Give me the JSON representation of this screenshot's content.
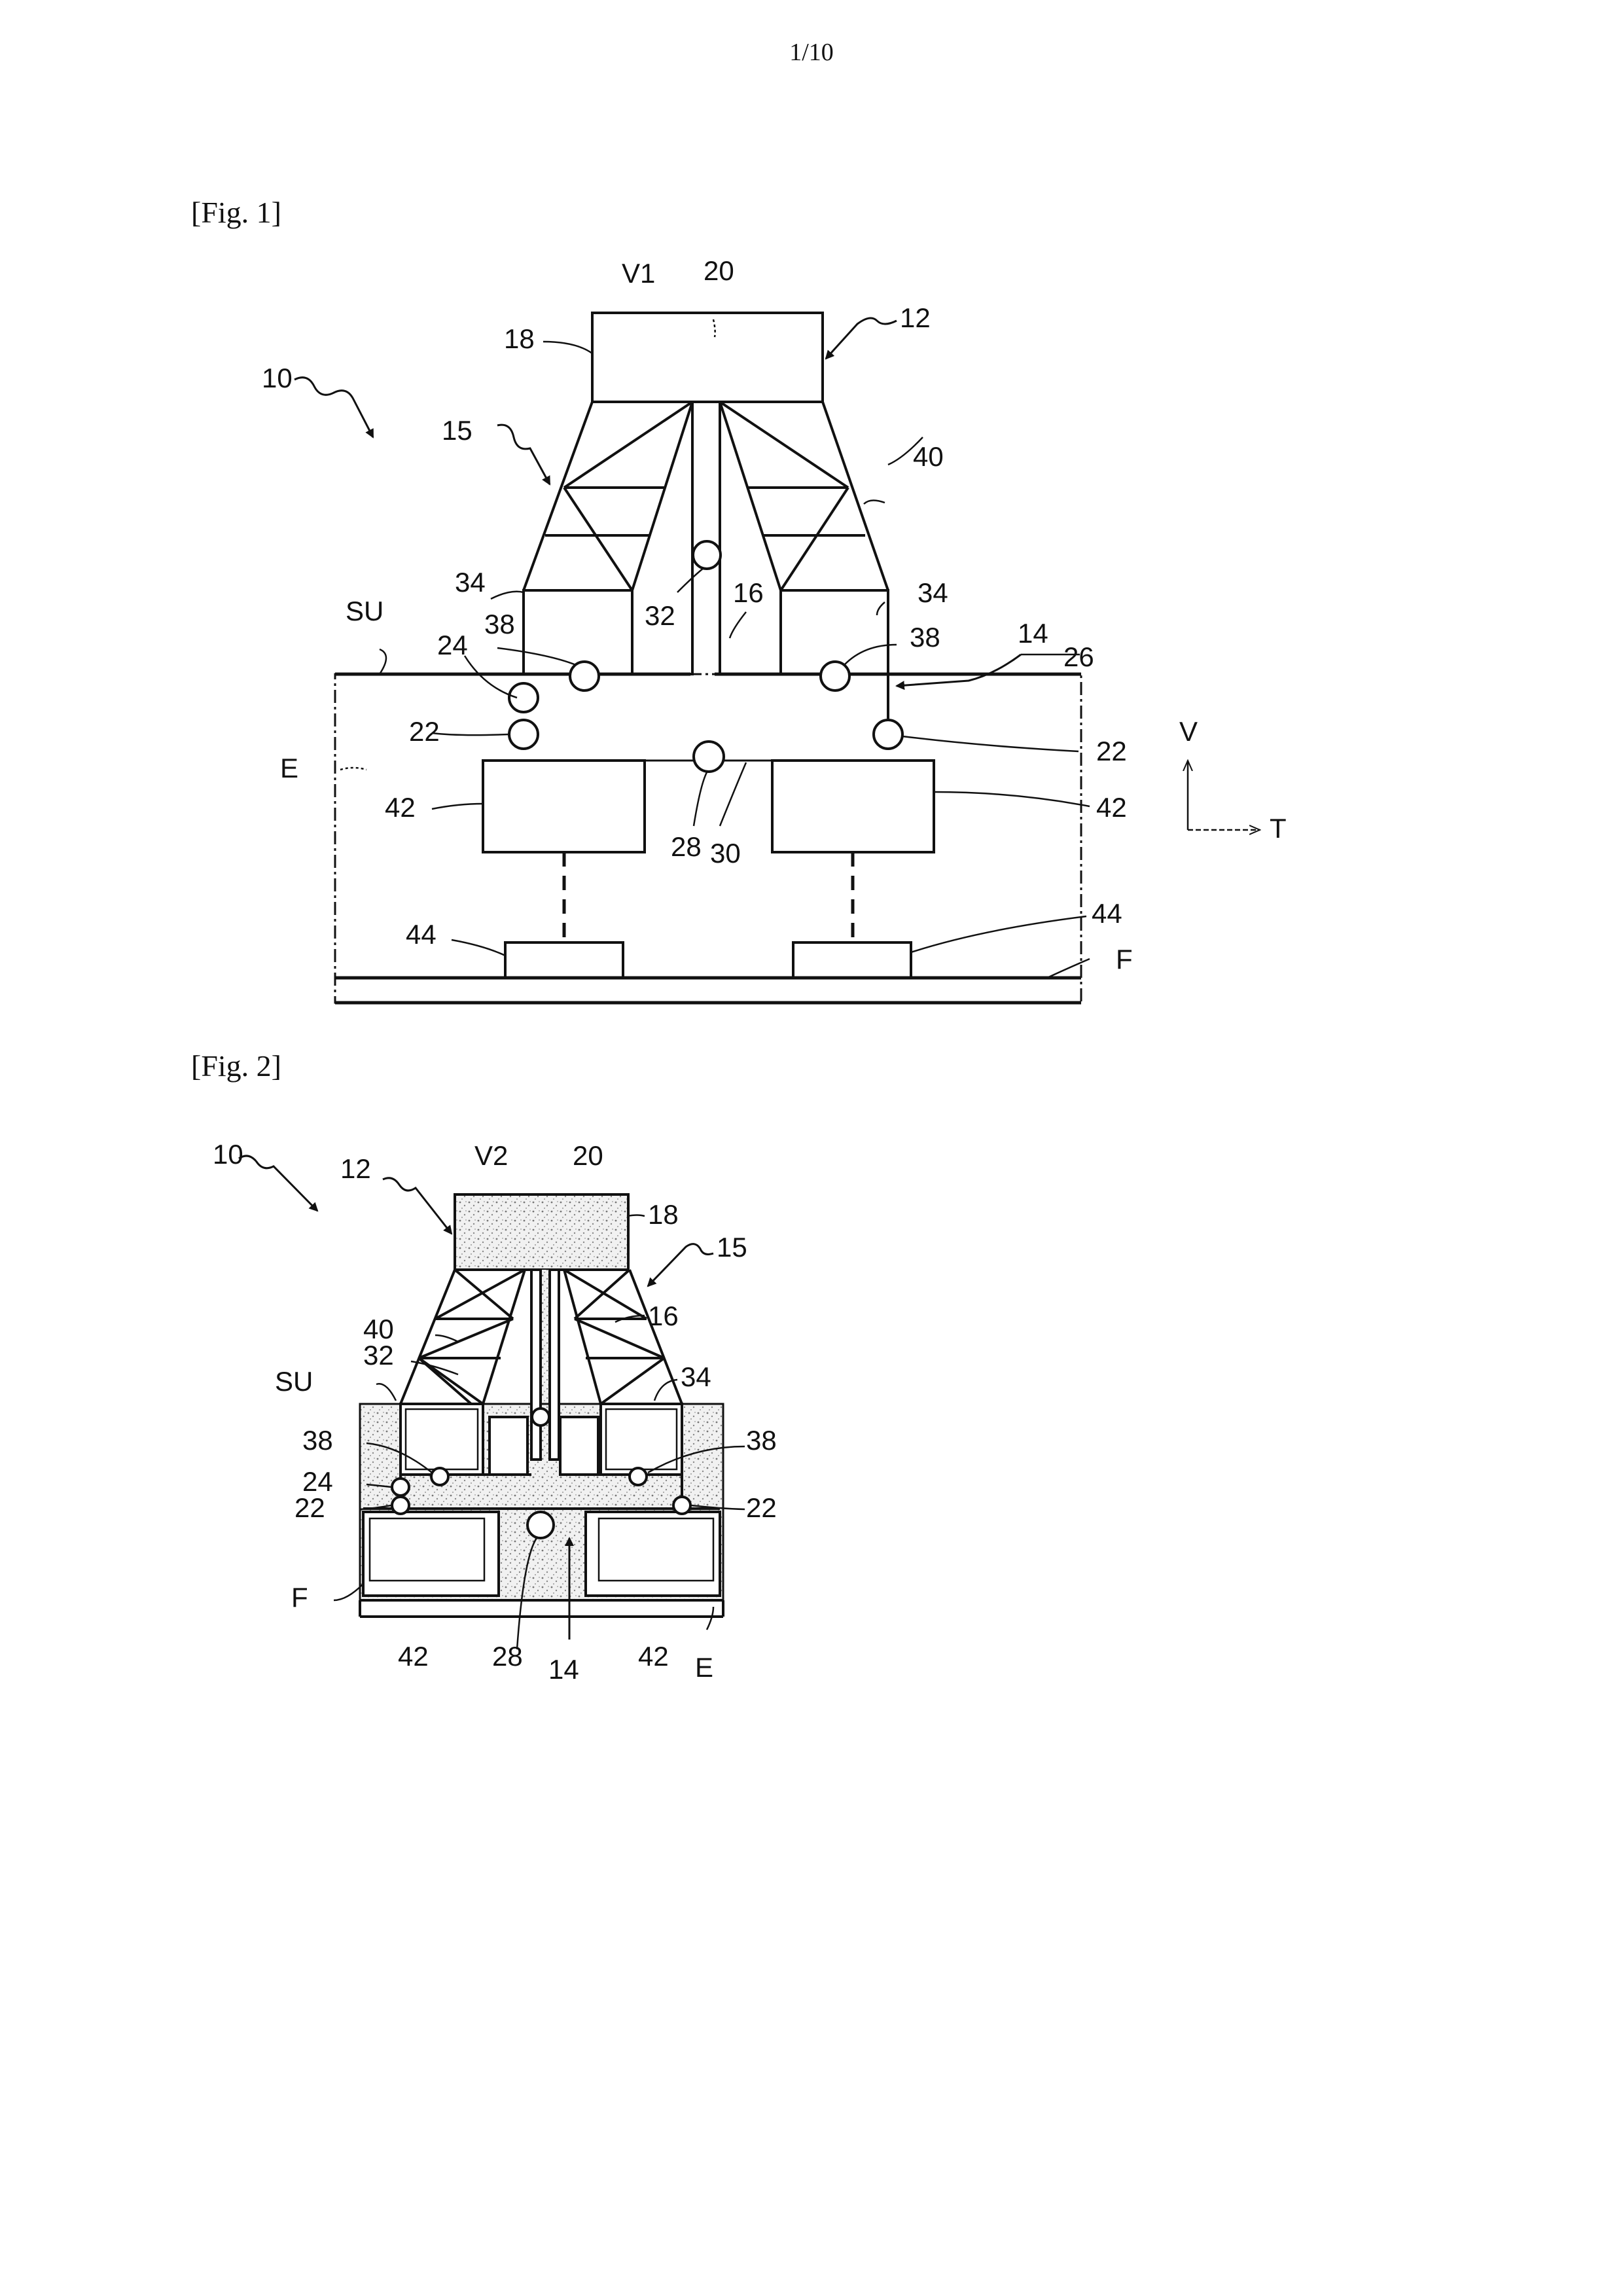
{
  "page": {
    "number": "1/10"
  },
  "fig1": {
    "label": "[Fig. 1]",
    "refs": {
      "v1": "V1",
      "n20": "20",
      "n18": "18",
      "n12": "12",
      "n10": "10",
      "n15": "15",
      "n40": "40",
      "n34_left": "34",
      "n34_right": "34",
      "n32": "32",
      "n16": "16",
      "n38_left": "38",
      "n38_right": "38",
      "su": "SU",
      "n24": "24",
      "n14": "14",
      "n26": "26",
      "n22_left": "22",
      "n22_right": "22",
      "e": "E",
      "n42_left": "42",
      "n42_right": "42",
      "n28": "28",
      "n30": "30",
      "n44_left": "44",
      "n44_right": "44",
      "f": "F",
      "axis_v": "V",
      "axis_t": "T"
    }
  },
  "fig2": {
    "label": "[Fig. 2]",
    "refs": {
      "n10": "10",
      "n12": "12",
      "v2": "V2",
      "n20": "20",
      "n18": "18",
      "n15": "15",
      "n40": "40",
      "n16": "16",
      "n32": "32",
      "su": "SU",
      "n34": "34",
      "n38_left": "38",
      "n38_right": "38",
      "n24": "24",
      "n22_left": "22",
      "n22_right": "22",
      "f": "F",
      "n42_left": "42",
      "n28": "28",
      "n14": "14",
      "n42_right": "42",
      "e": "E"
    }
  }
}
